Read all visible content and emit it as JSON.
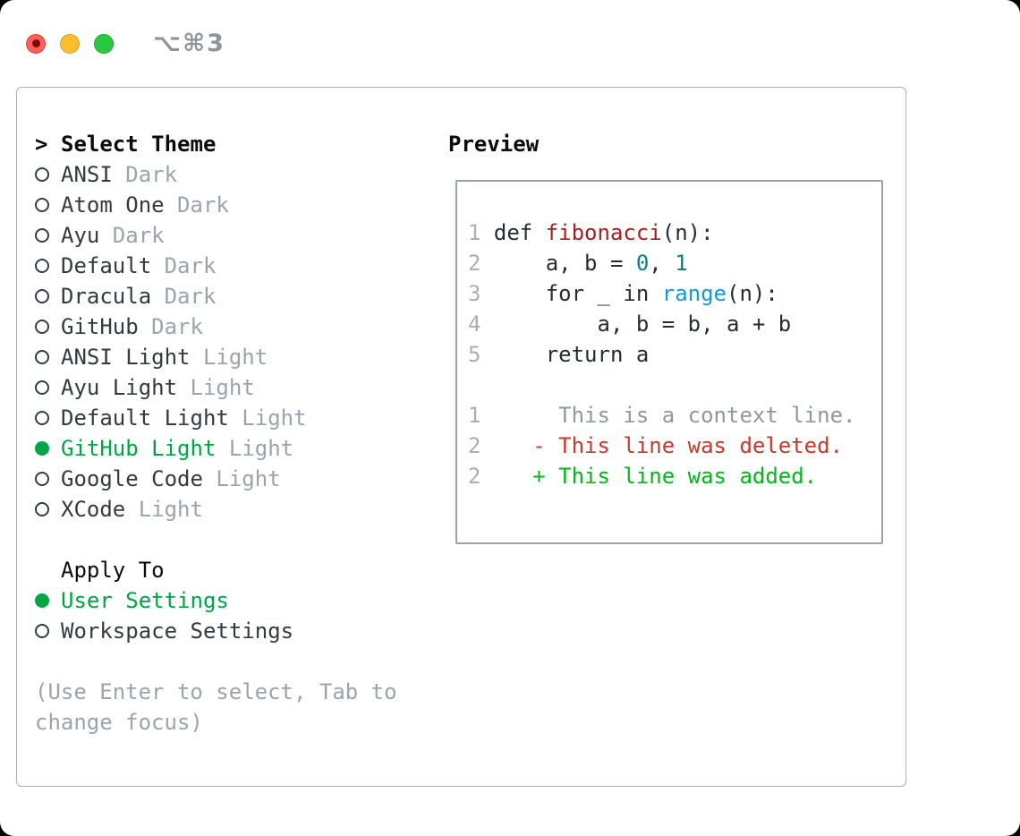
{
  "window": {
    "title": "⌥⌘3",
    "traffic_lights": [
      "close",
      "minimize",
      "zoom"
    ]
  },
  "theme_picker": {
    "prompt": ">",
    "title": "Select Theme",
    "themes": [
      {
        "name": "ANSI",
        "variant": "Dark",
        "selected": false
      },
      {
        "name": "Atom One",
        "variant": "Dark",
        "selected": false
      },
      {
        "name": "Ayu",
        "variant": "Dark",
        "selected": false
      },
      {
        "name": "Default",
        "variant": "Dark",
        "selected": false
      },
      {
        "name": "Dracula",
        "variant": "Dark",
        "selected": false
      },
      {
        "name": "GitHub",
        "variant": "Dark",
        "selected": false
      },
      {
        "name": "ANSI Light",
        "variant": "Light",
        "selected": false
      },
      {
        "name": "Ayu Light",
        "variant": "Light",
        "selected": false
      },
      {
        "name": "Default Light",
        "variant": "Light",
        "selected": false
      },
      {
        "name": "GitHub Light",
        "variant": "Light",
        "selected": true
      },
      {
        "name": "Google Code",
        "variant": "Light",
        "selected": false
      },
      {
        "name": "XCode",
        "variant": "Light",
        "selected": false
      }
    ],
    "apply_to_title": "Apply To",
    "apply_options": [
      {
        "label": "User Settings",
        "selected": true
      },
      {
        "label": "Workspace Settings",
        "selected": false
      }
    ],
    "hint": "(Use Enter to select, Tab to change focus)"
  },
  "preview": {
    "title": "Preview",
    "lines": [
      {
        "num": "1",
        "segs": [
          {
            "t": " def ",
            "c": "plain"
          },
          {
            "t": "fibonacci",
            "c": "func"
          },
          {
            "t": "(n):",
            "c": "plain"
          }
        ]
      },
      {
        "num": "2",
        "segs": [
          {
            "t": "     a, b = ",
            "c": "plain"
          },
          {
            "t": "0",
            "c": "num"
          },
          {
            "t": ", ",
            "c": "plain"
          },
          {
            "t": "1",
            "c": "num"
          }
        ]
      },
      {
        "num": "3",
        "segs": [
          {
            "t": "     for _ in ",
            "c": "plain"
          },
          {
            "t": "range",
            "c": "bi"
          },
          {
            "t": "(n):",
            "c": "plain"
          }
        ]
      },
      {
        "num": "4",
        "segs": [
          {
            "t": "         a, b = b, a + b",
            "c": "plain"
          }
        ]
      },
      {
        "num": "5",
        "segs": [
          {
            "t": "     return a",
            "c": "plain"
          }
        ]
      },
      {
        "num": "",
        "segs": []
      },
      {
        "num": "1",
        "segs": [
          {
            "t": "      This is a context line.",
            "c": "ctx"
          }
        ]
      },
      {
        "num": "2",
        "segs": [
          {
            "t": "    - This line was deleted.",
            "c": "del"
          }
        ]
      },
      {
        "num": "2",
        "segs": [
          {
            "t": "    + This line was added.",
            "c": "add"
          }
        ]
      }
    ]
  },
  "colors": {
    "selection_green": "#00a546",
    "added_green": "#00b81a",
    "deleted_red": "#c23b2b",
    "function_red": "#a5201d",
    "number_teal": "#0b7e88",
    "builtin_blue": "#129bd8",
    "context_gray": "#8f98a2",
    "muted_gray": "#9aa4b0",
    "text_dark": "#343a42",
    "line_number_gray": "#a7b0ba",
    "panel_border": "#a9b2bc",
    "preview_border": "#9aa3ad",
    "traffic_red": "#ff5f57",
    "traffic_yellow": "#febc2e",
    "traffic_green": "#28c840"
  }
}
